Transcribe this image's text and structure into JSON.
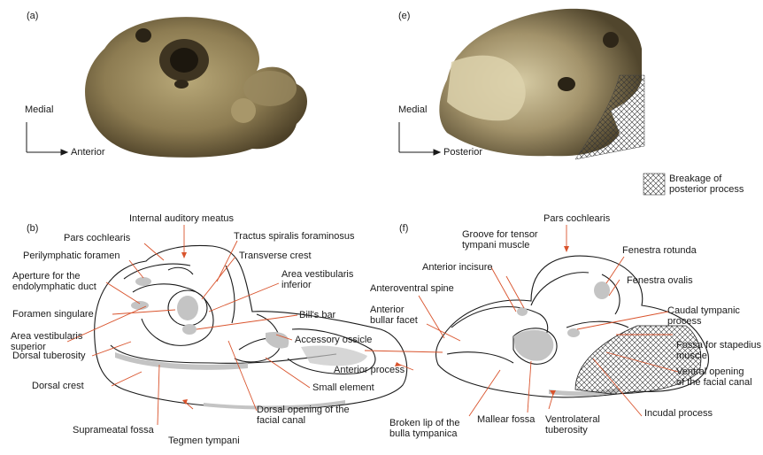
{
  "panels": {
    "a": "(a)",
    "e": "(e)",
    "b": "(b)",
    "f": "(f)"
  },
  "axes": {
    "a": {
      "vertical": "Medial",
      "horizontal": "Anterior"
    },
    "e": {
      "vertical": "Medial",
      "horizontal": "Posterior"
    }
  },
  "legend": {
    "line1": "Breakage of",
    "line2": "posterior process"
  },
  "labels_b": {
    "internal_auditory_meatus": "Internal auditory meatus",
    "pars_cochlearis": "Pars cochlearis",
    "tractus": "Tractus spiralis foraminosus",
    "perilymphatic": "Perilymphatic foramen",
    "transverse_crest": "Transverse crest",
    "aperture_1": "Aperture for the",
    "aperture_2": "endolymphatic duct",
    "area_vest_inf_1": "Area vestibularis",
    "area_vest_inf_2": "inferior",
    "foramen_singulare": "Foramen singulare",
    "bills_bar": "Bill's bar",
    "area_vest_sup_1": "Area vestibularis",
    "area_vest_sup_2": "superior",
    "accessory_ossicle": "Accessory ossicle",
    "dorsal_tuberosity": "Dorsal tuberosity",
    "anterior_process": "Anterior process",
    "small_element": "Small element",
    "dorsal_crest": "Dorsal crest",
    "dorsal_opening_1": "Dorsal opening of the",
    "dorsal_opening_2": "facial canal",
    "suprameatal_fossa": "Suprameatal fossa",
    "tegmen_tympani": "Tegmen tympani"
  },
  "labels_f": {
    "pars_cochlearis": "Pars cochlearis",
    "groove_1": "Groove for tensor",
    "groove_2": "tympani muscle",
    "fenestra_rotunda": "Fenestra rotunda",
    "anterior_incisure": "Anterior incisure",
    "fenestra_ovalis": "Fenestra ovalis",
    "anteroventral_spine": "Anteroventral spine",
    "caudal_1": "Caudal tympanic",
    "caudal_2": "process",
    "anterior_bullar_1": "Anterior",
    "anterior_bullar_2": "bullar facet",
    "fossa_stap_1": "Fossa for stapedius",
    "fossa_stap_2": "muscle",
    "ventral_opening_1": "Ventral opening",
    "ventral_opening_2": "of the facial canal",
    "incudal_process": "Incudal process",
    "broken_lip_1": "Broken lip of the",
    "broken_lip_2": "bulla tympanica",
    "mallear_fossa": "Mallear fossa",
    "ventrolateral_1": "Ventrolateral",
    "ventrolateral_2": "tuberosity"
  },
  "colors": {
    "leader": "#d9532c",
    "outline": "#1a1a1a",
    "shade": "#c4c4c4",
    "bone_light": "#c7b88a",
    "bone_dark": "#5a4c30"
  }
}
